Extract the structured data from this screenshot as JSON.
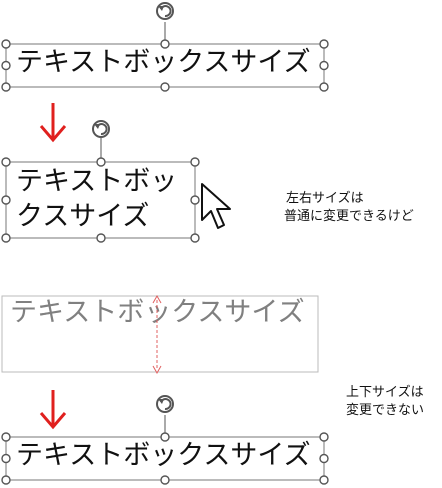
{
  "textbox_text": "テキストボックスサイズ",
  "box1": {
    "text": "テキストボックスサイズ"
  },
  "box2": {
    "line1": "テキストボッ",
    "line2": "クスサイズ"
  },
  "box3": {
    "text": "テキストボックスサイズ"
  },
  "box4": {
    "text": "テキストボックスサイズ"
  },
  "note_width": {
    "line1": "左右サイズは",
    "line2": "普通に変更できるけど"
  },
  "note_height": {
    "line1": "上下サイズは",
    "line2": "変更できない"
  },
  "colors": {
    "handle_stroke": "#555555",
    "box_border": "#777777",
    "arrow_red": "#e0201e",
    "dashed_red": "#e06060",
    "ghost_text": "#808080",
    "ghost_border": "#bbbbbb"
  },
  "icons": [
    "rotate-handle-icon",
    "down-arrow-icon",
    "mouse-cursor-icon",
    "resize-dashed-arrow-icon"
  ]
}
